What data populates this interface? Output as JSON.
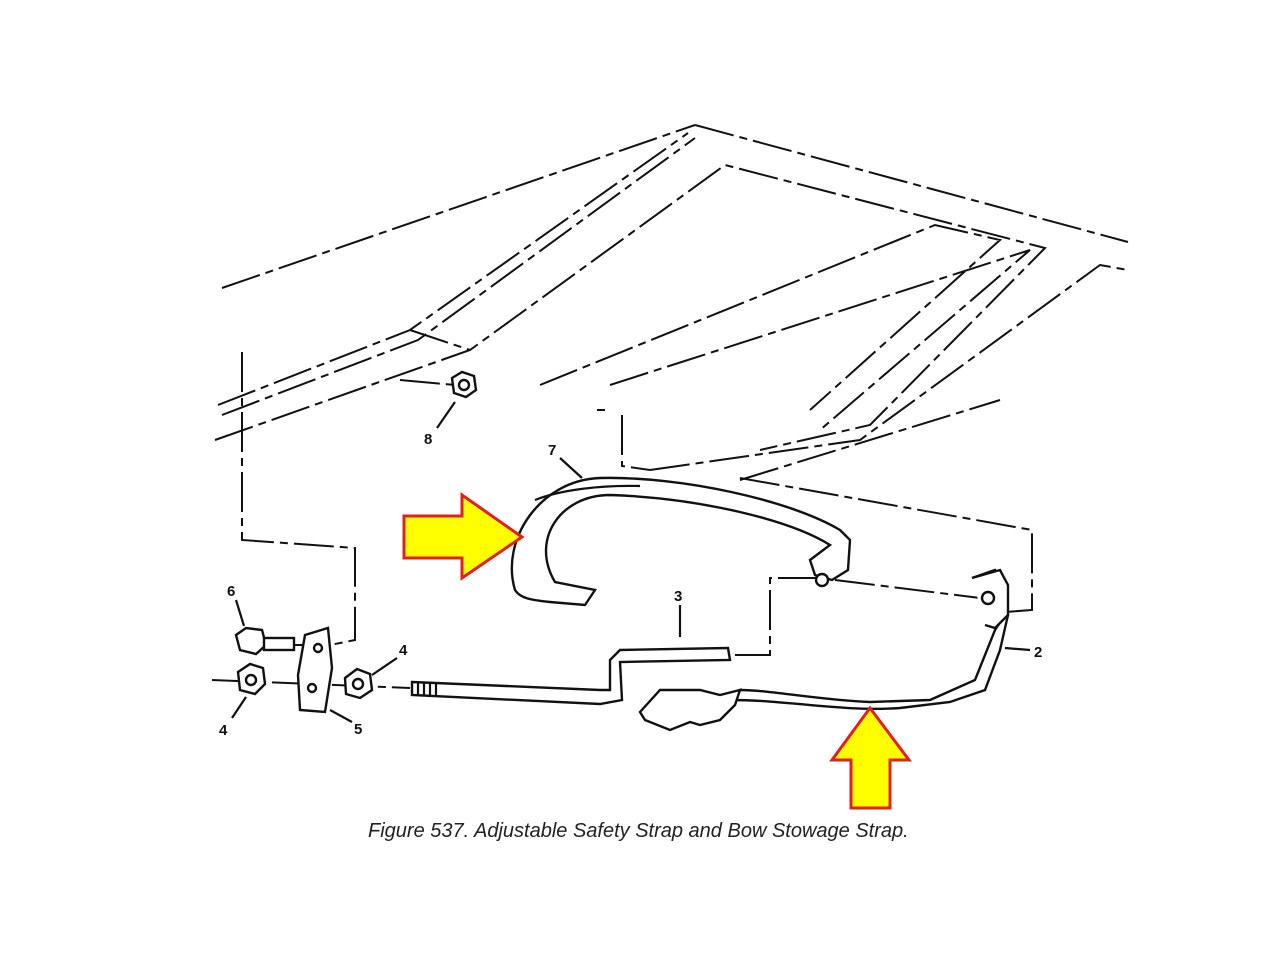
{
  "figure": {
    "caption": "Figure 537.  Adjustable Safety Strap and Bow Stowage Strap.",
    "callouts": {
      "c2": "2",
      "c3": "3",
      "c4a": "4",
      "c4b": "4",
      "c5": "5",
      "c6": "6",
      "c7": "7",
      "c8": "8"
    },
    "highlight_color": "#ffff00",
    "highlight_outline": "#e0201b"
  }
}
